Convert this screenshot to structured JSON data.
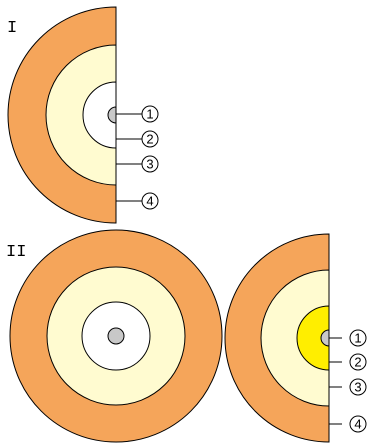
{
  "colors": {
    "outer_layer": "#f5a55a",
    "mid_layer": "#fffbd0",
    "inner_layer": "#ffffff",
    "inner_layer_bright": "#ffee00",
    "core": "#c8c8c8",
    "stroke": "#000000"
  },
  "panels": [
    {
      "id": "I",
      "label": "I"
    },
    {
      "id": "II",
      "label": "II"
    }
  ],
  "callouts": {
    "panel_I": [
      "1",
      "2",
      "3",
      "4"
    ],
    "panel_II": [
      "1",
      "2",
      "3",
      "4"
    ]
  }
}
